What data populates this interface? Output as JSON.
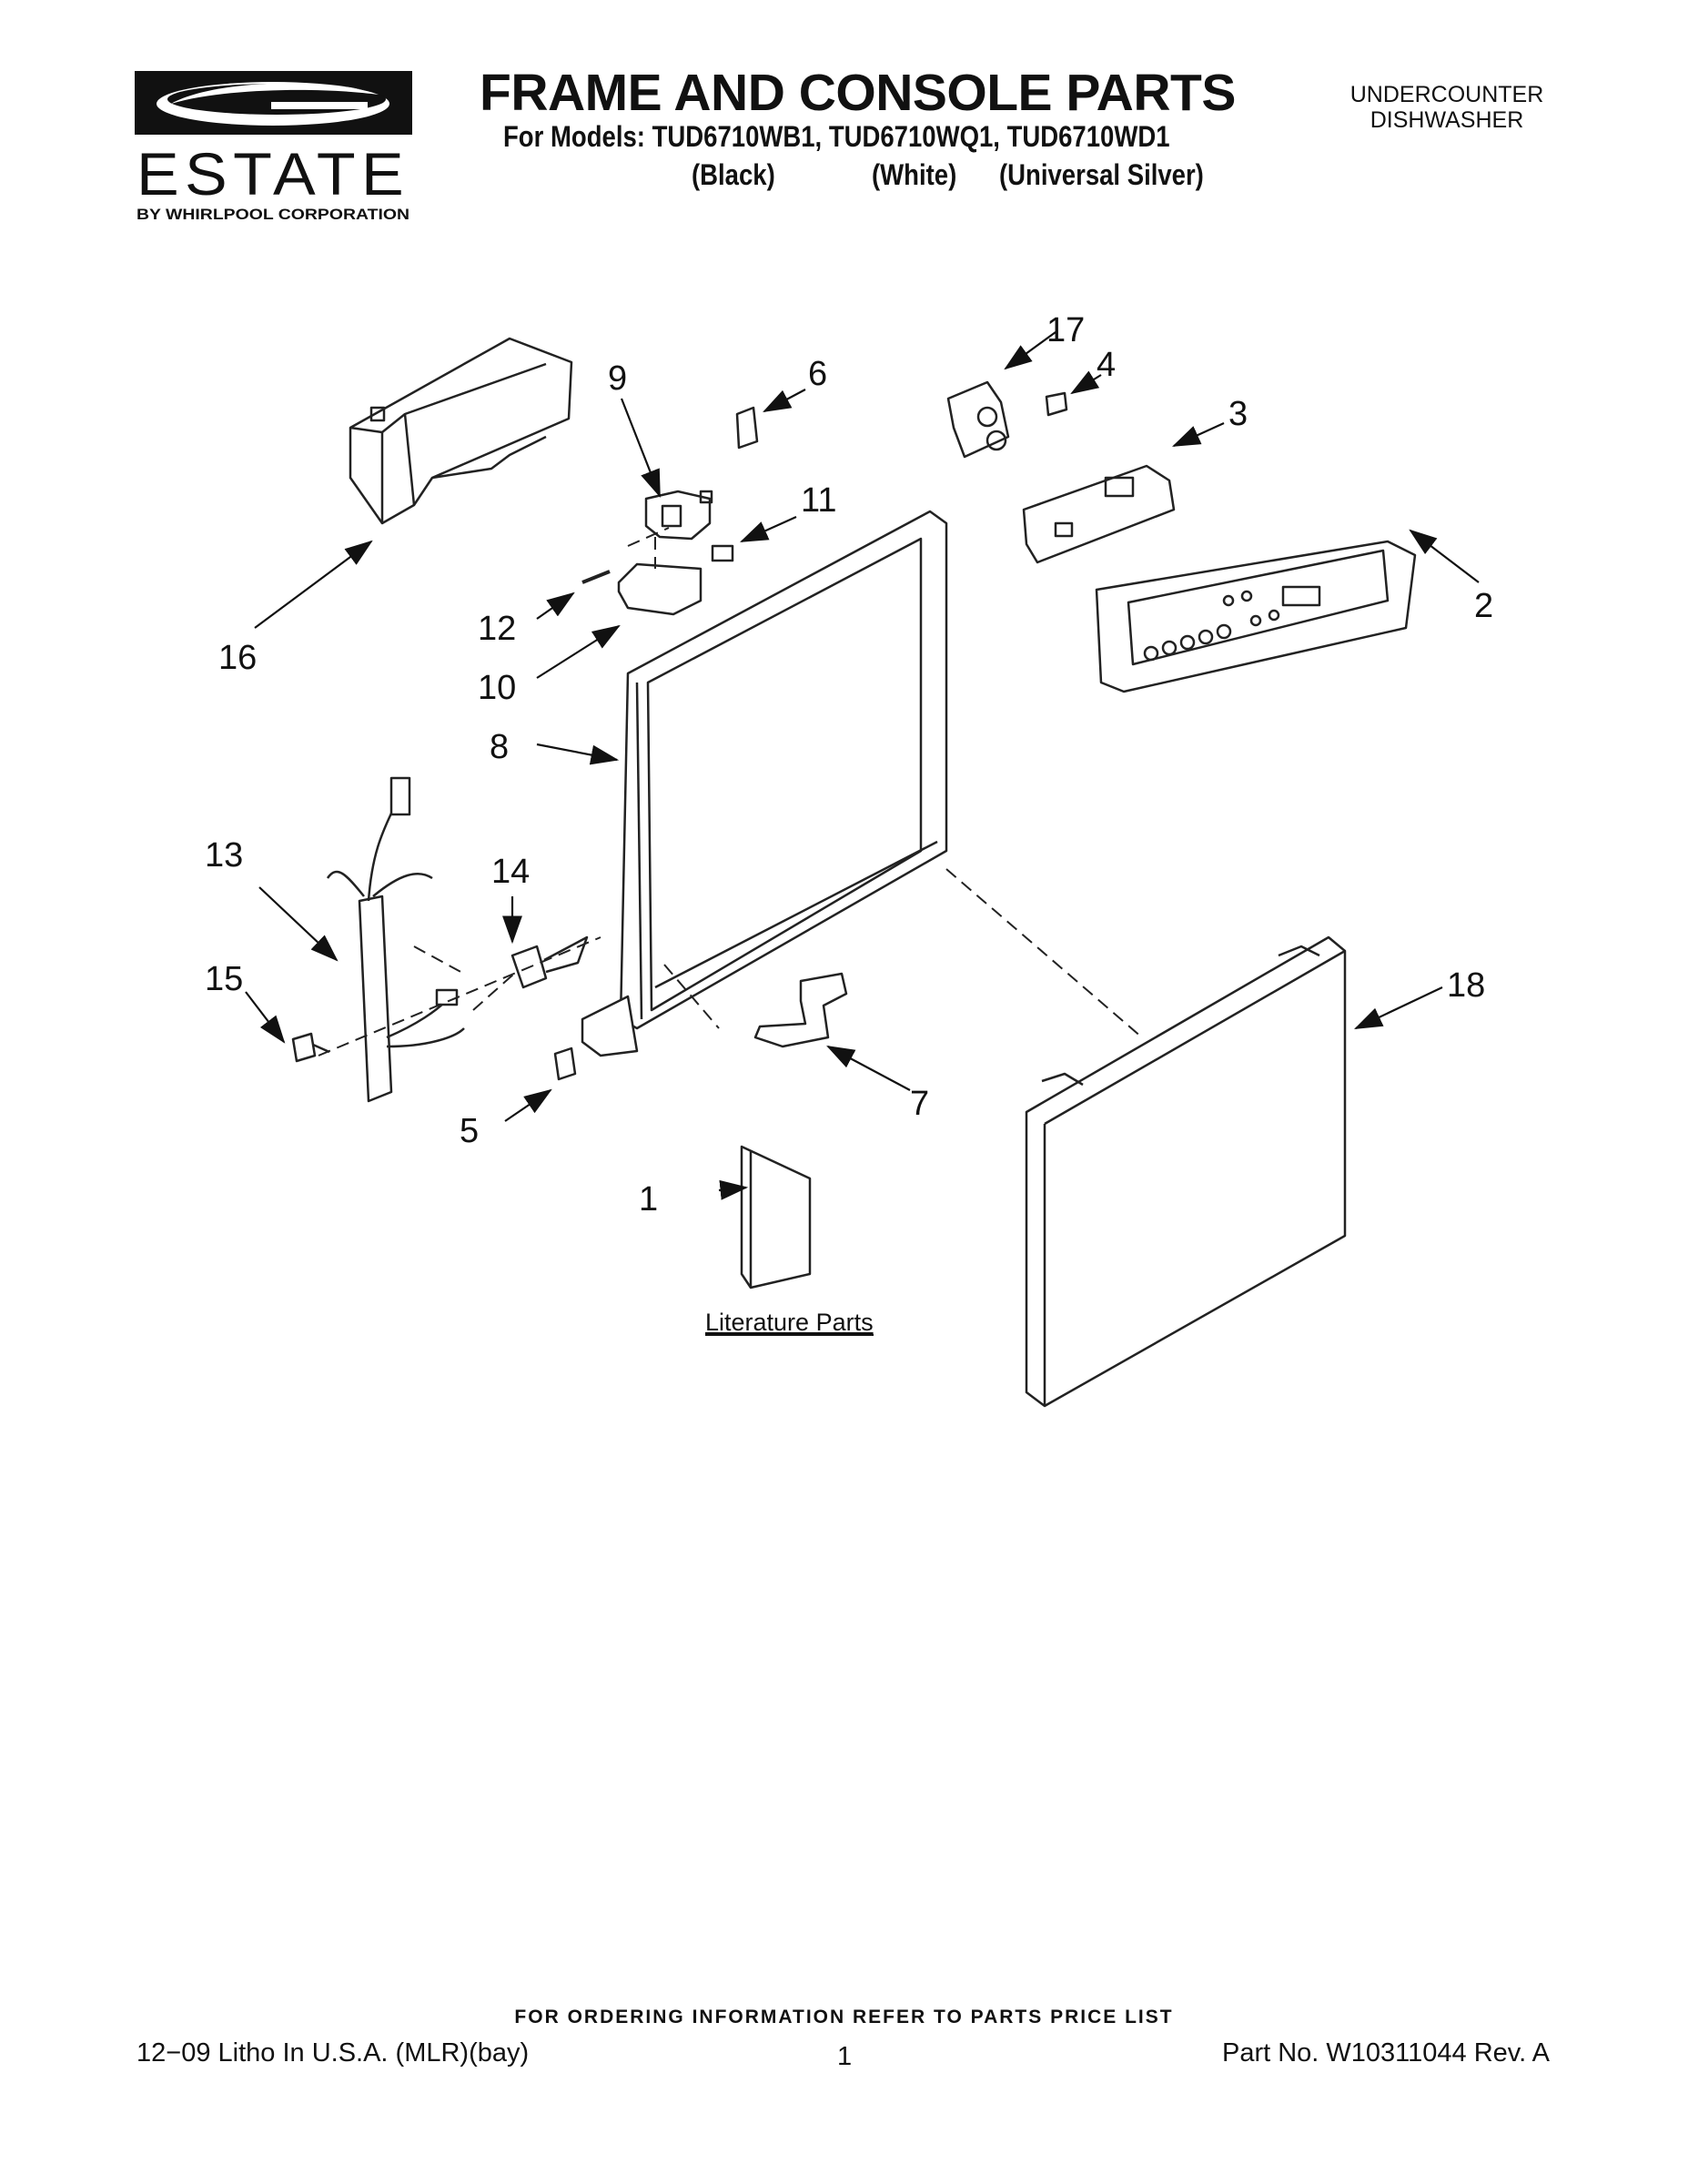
{
  "header": {
    "brand": "ESTATE",
    "brand_sub": "BY WHIRLPOOL CORPORATION",
    "title": "FRAME AND CONSOLE PARTS",
    "models_line": "For Models: TUD6710WB1, TUD6710WQ1, TUD6710WD1",
    "variants": [
      "(Black)",
      "(White)",
      "(Universal Silver)"
    ],
    "product_line1": "UNDERCOUNTER",
    "product_line2": "DISHWASHER"
  },
  "diagram": {
    "callouts": [
      "1",
      "2",
      "3",
      "4",
      "5",
      "6",
      "7",
      "8",
      "9",
      "10",
      "11",
      "12",
      "13",
      "14",
      "15",
      "16",
      "17",
      "18"
    ],
    "literature_label": "Literature Parts"
  },
  "footer": {
    "ordering_note": "FOR ORDERING INFORMATION REFER TO PARTS PRICE LIST",
    "litho": "12−09 Litho In U.S.A. (MLR)(bay)",
    "page": "1",
    "part_no": "Part No. W10311044 Rev. A"
  }
}
